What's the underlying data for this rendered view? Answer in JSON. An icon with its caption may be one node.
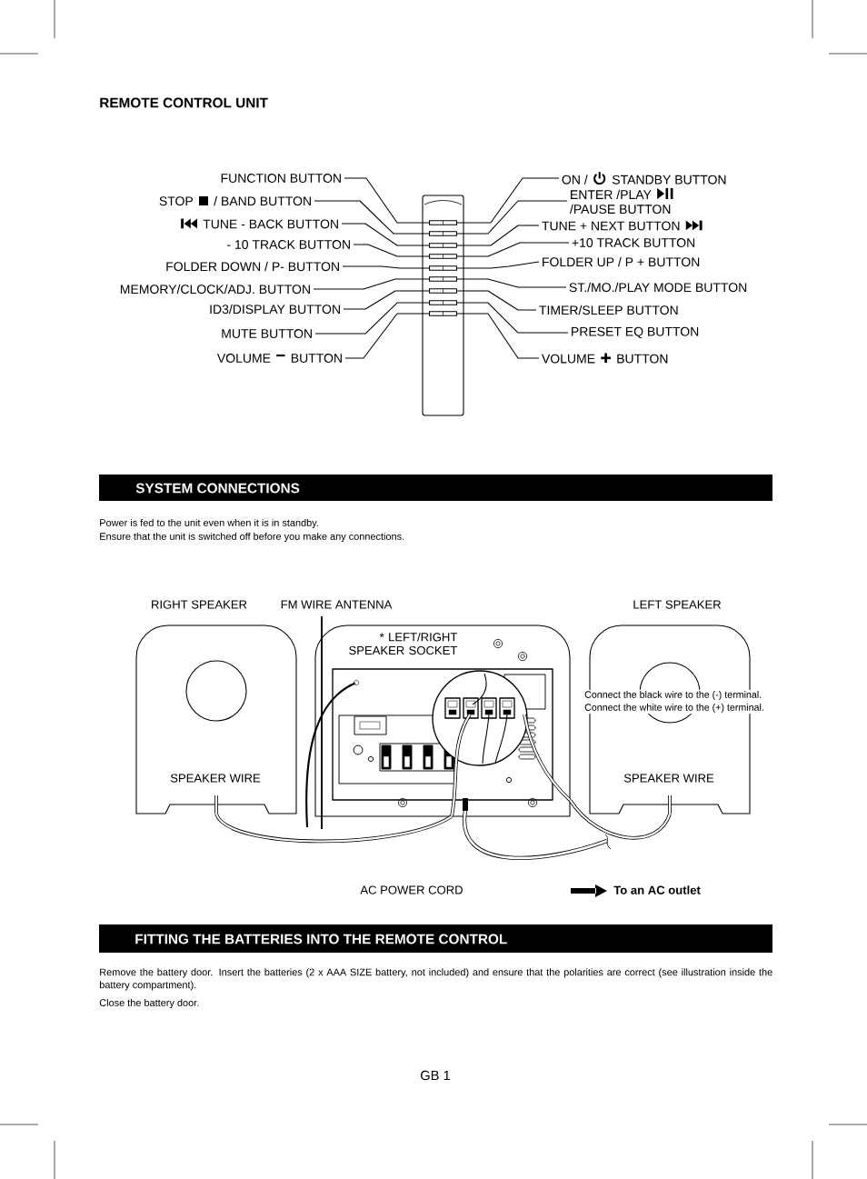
{
  "diagram": {
    "title": "REMOTE  CONTROL  UNIT",
    "nodes": [
      {
        "text": [
          "FUNCTION BUTTON"
        ]
      },
      {
        "text": [
          "STOP",
          "/ BAND BUTTON"
        ]
      },
      {
        "text": [
          "TUNE - BACK BUTTON"
        ]
      },
      {
        "text": [
          "- 10 TRACK BUTTON"
        ]
      },
      {
        "text": [
          "FOLDER DOWN / P- BUTTON"
        ]
      },
      {
        "text": [
          "MEMORY/CLOCK/ADJ.  BUTTON"
        ]
      },
      {
        "text": [
          "ID3/DISPLAY BUTTON"
        ]
      },
      {
        "text": [
          "MUTE BUTTON"
        ]
      },
      {
        "text": [
          "VOLUME",
          "BUTTON"
        ]
      },
      {
        "text": [
          "ON /",
          "STANDBY BUTTON"
        ]
      },
      {
        "text": [
          "ENTER /PLAY",
          "/PAUSE BUTTON"
        ]
      },
      {
        "text": [
          "TUNE + NEXT BUTTON"
        ]
      },
      {
        "text": [
          "+10 TRACK BUTTON"
        ]
      },
      {
        "text": [
          "FOLDER UP / P + BUTTON"
        ]
      },
      {
        "text": [
          "ST./MO./PLAY MODE BUTTON"
        ]
      },
      {
        "text": [
          "TIMER/SLEEP BUTTON"
        ]
      },
      {
        "text": [
          "PRESET EQ BUTTON"
        ]
      },
      {
        "text": [
          "VOLUME",
          "BUTTON"
        ]
      },
      {
        "text": [],
        "shape": "box"
      },
      {
        "text": [],
        "shape": "box"
      },
      {
        "text": [],
        "shape": "box"
      },
      {
        "text": [],
        "shape": "box"
      },
      {
        "text": [],
        "shape": "box"
      },
      {
        "text": [],
        "shape": "box"
      },
      {
        "text": [],
        "shape": "box"
      },
      {
        "text": [],
        "shape": "box"
      },
      {
        "text": [],
        "shape": "box"
      },
      {
        "text": [
          "SYSTEM CONNECTIONS"
        ]
      },
      {
        "text": [
          "RIGHT SPEAKER",
          "SPEAKER WIRE"
        ]
      },
      {
        "text": [
          "* LEFT/RIGHT SPEAKER SOCKET"
        ]
      },
      {
        "text": [
          "LEFT  SPEAKER",
          "Connect the black wire to the (-) terminal.",
          "Connect the white wire to the (+) terminal.",
          "SPEAKER WIRE"
        ]
      },
      {
        "text": [
          "FITTING  THE  BATTERIES INTO THE REMOTE CONTROL"
        ]
      }
    ],
    "edges": [
      {
        "from": 0,
        "to": 18,
        "arrow": "none"
      },
      {
        "from": 1,
        "to": 19,
        "arrow": "none"
      },
      {
        "from": 2,
        "to": 20,
        "arrow": "none"
      },
      {
        "from": 3,
        "to": 21,
        "arrow": "none"
      },
      {
        "from": 4,
        "to": 22,
        "arrow": "none"
      },
      {
        "from": 5,
        "to": 23,
        "arrow": "none"
      },
      {
        "from": 6,
        "to": 24,
        "arrow": "none"
      },
      {
        "from": 7,
        "to": 25,
        "arrow": "none"
      },
      {
        "from": 8,
        "to": 26,
        "arrow": "none"
      },
      {
        "from": 9,
        "to": 18,
        "arrow": "none"
      },
      {
        "from": 10,
        "to": 19,
        "arrow": "none"
      },
      {
        "from": 11,
        "to": 20,
        "arrow": "none"
      },
      {
        "from": 12,
        "to": 21,
        "arrow": "none"
      },
      {
        "from": 13,
        "to": 22,
        "arrow": "none"
      },
      {
        "from": 14,
        "to": 23,
        "arrow": "none"
      },
      {
        "from": 15,
        "to": 24,
        "arrow": "none"
      },
      {
        "from": 16,
        "to": 25,
        "arrow": "none"
      },
      {
        "from": 17,
        "to": 26,
        "arrow": "none"
      },
      {
        "from": 28,
        "to": 29,
        "arrow": "none",
        "style": "thick"
      },
      {
        "from": 30,
        "to": 29,
        "arrow": "none",
        "style": "thick"
      }
    ],
    "labels": [
      "Power is fed to the unit even when it is in standby.",
      "Ensure that the unit is switched off before you make any connections.",
      "FM WIRE ANTENNA",
      "AC POWER CORD",
      "To an AC outlet",
      "Remove the battery door. Insert the batteries (2 x AAA SIZE battery, not included) and ensure that the polarities are correct (see illustration inside the battery compartment).",
      "Close the battery door.",
      "GB 1"
    ]
  }
}
